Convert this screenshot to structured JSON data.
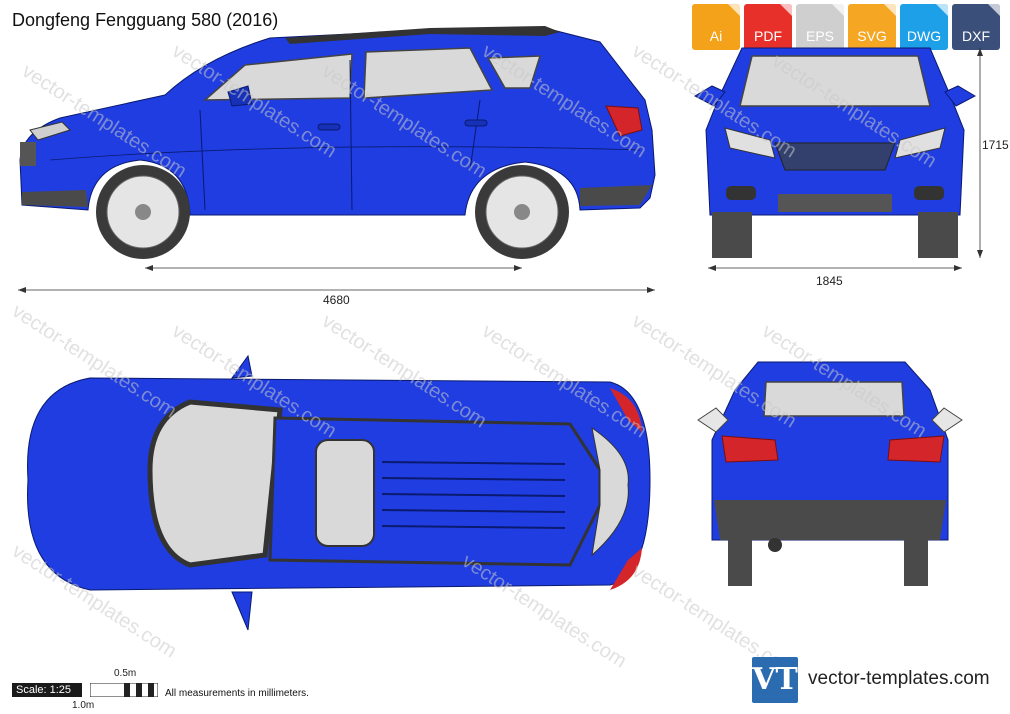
{
  "title": "Dongfeng Fengguang 580 (2016)",
  "formats": [
    {
      "label": "Ai",
      "color": "#f4a21a",
      "icon": "ai-file-icon"
    },
    {
      "label": "PDF",
      "color": "#e8302a",
      "icon": "pdf-file-icon"
    },
    {
      "label": "EPS",
      "color": "#cfcfcf",
      "icon": "eps-file-icon"
    },
    {
      "label": "SVG",
      "color": "#f5a623",
      "icon": "svg-file-icon"
    },
    {
      "label": "DWG",
      "color": "#1ea0e8",
      "icon": "dwg-file-icon"
    },
    {
      "label": "DXF",
      "color": "#3a4f7a",
      "icon": "dxf-file-icon"
    }
  ],
  "dimensions": {
    "length": "4680",
    "width": "1845",
    "height": "1715"
  },
  "scale": {
    "label": "Scale: 1:25",
    "half_meter": "0.5m",
    "meter": "1.0m"
  },
  "note": "All measurements in millimeters.",
  "brand": {
    "logo_text": "VT",
    "site": "vector-templates.com",
    "watermark": "vector-templates.com"
  },
  "colors": {
    "body": "#1f3de0",
    "body_dark": "#1630b8",
    "glass": "#d9d9d9",
    "trim": "#4a4a4a",
    "tail": "#d4262a",
    "logo": "#2b6cb0"
  }
}
